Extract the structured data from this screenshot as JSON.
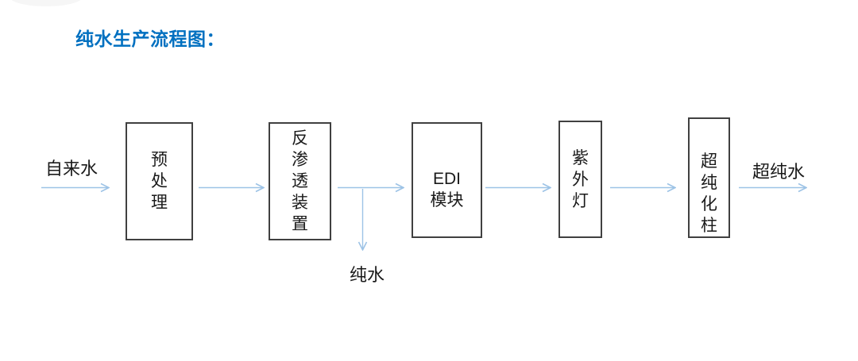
{
  "title": {
    "text": "纯水生产流程图：",
    "color": "#0070C0"
  },
  "diagram": {
    "type": "flowchart",
    "direction": "left-to-right",
    "arrow_color": "#9DC3E6",
    "box_border_color": "#404040",
    "box_fill_color": "#ffffff",
    "text_color": "#1a1a1a",
    "nodes": [
      {
        "id": "tap-water",
        "kind": "label",
        "text": "自来水"
      },
      {
        "id": "pretreatment",
        "kind": "box",
        "text": "预处理",
        "lines": [
          "预",
          "处",
          "理"
        ]
      },
      {
        "id": "reverse-osmosis",
        "kind": "box",
        "text": "反渗透装置",
        "lines": [
          "反",
          "渗",
          "透",
          "装",
          "置"
        ]
      },
      {
        "id": "edi-module",
        "kind": "box",
        "text": "EDI模块",
        "lines": [
          "EDI",
          "模块"
        ]
      },
      {
        "id": "uv-lamp",
        "kind": "box",
        "text": "紫外灯",
        "lines": [
          "紫",
          "外",
          "灯"
        ]
      },
      {
        "id": "polishing-column",
        "kind": "box",
        "text": "超纯化柱",
        "lines": [
          "超",
          "纯",
          "化",
          "柱"
        ]
      },
      {
        "id": "ultrapure-water",
        "kind": "label",
        "text": "超纯水"
      },
      {
        "id": "pure-water",
        "kind": "label",
        "text": "纯水"
      }
    ],
    "edges": [
      {
        "from": "tap-water",
        "to": "pretreatment",
        "direction": "right"
      },
      {
        "from": "pretreatment",
        "to": "reverse-osmosis",
        "direction": "right"
      },
      {
        "from": "reverse-osmosis",
        "to": "edi-module",
        "direction": "right"
      },
      {
        "from": "reverse-osmosis",
        "to": "pure-water",
        "direction": "down"
      },
      {
        "from": "edi-module",
        "to": "uv-lamp",
        "direction": "right"
      },
      {
        "from": "uv-lamp",
        "to": "polishing-column",
        "direction": "right"
      },
      {
        "from": "polishing-column",
        "to": "ultrapure-water",
        "direction": "right"
      }
    ]
  }
}
